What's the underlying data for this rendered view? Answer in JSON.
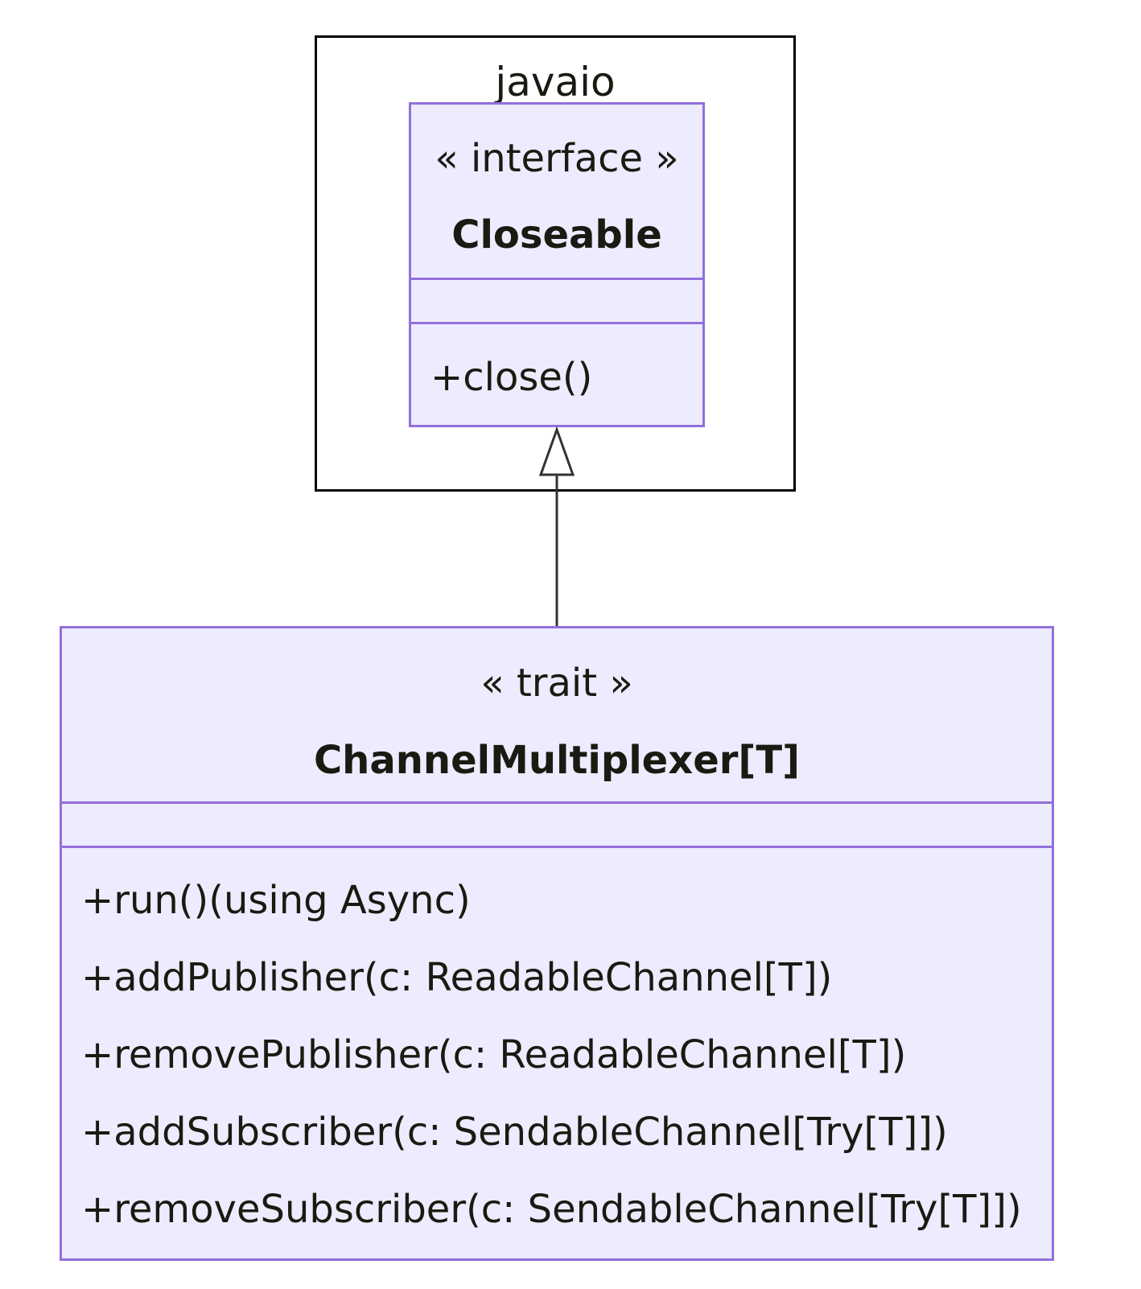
{
  "package": {
    "label": "javaio"
  },
  "closeable": {
    "stereotype": "« interface »",
    "name": "Closeable",
    "methods": [
      "+close()"
    ]
  },
  "multiplexer": {
    "stereotype": "« trait »",
    "name": "ChannelMultiplexer[T]",
    "methods": [
      "+run()(using Async)",
      "+addPublisher(c: ReadableChannel[T])",
      "+removePublisher(c: ReadableChannel[T])",
      "+addSubscriber(c: SendableChannel[Try[T]])",
      "+removeSubscriber(c: SendableChannel[Try[T]])"
    ]
  },
  "relation": {
    "type": "realization",
    "from": "ChannelMultiplexer[T]",
    "to": "Closeable"
  },
  "colors": {
    "class_fill": "#ececfe",
    "class_border": "#9370db",
    "package_border": "#000000",
    "edge": "#333333"
  }
}
